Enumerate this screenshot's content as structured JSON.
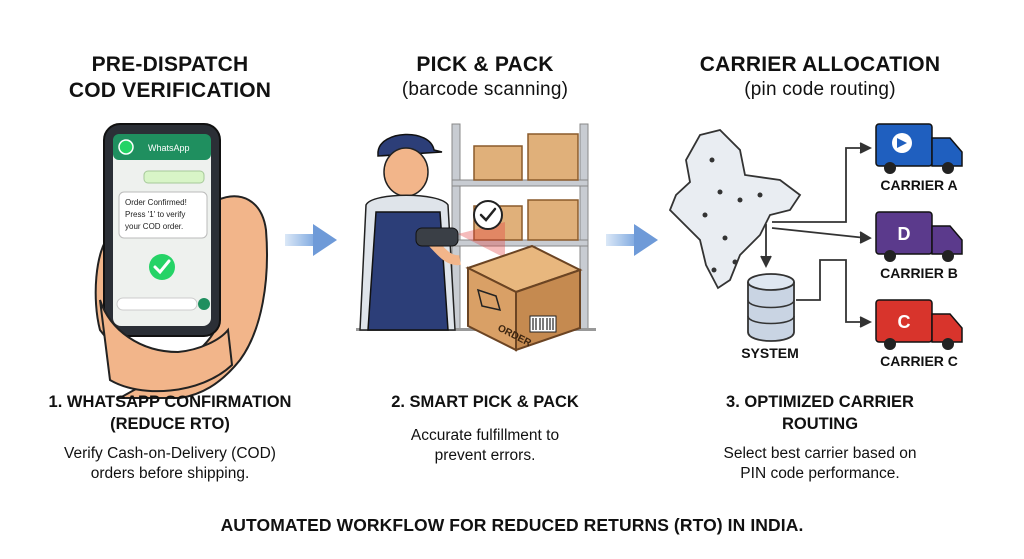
{
  "sections": [
    {
      "title": "PRE-DISPATCH COD VERIFICATION",
      "title_line1": "PRE-DISPATCH",
      "title_line2": "COD VERIFICATION",
      "step_line1": "1. WHATSAPP CONFIRMATION",
      "step_line2": "(REDUCE RTO)",
      "desc_line1": "Verify Cash-on-Delivery (COD)",
      "desc_line2": "orders before shipping.",
      "phone": {
        "app_name": "WhatsApp",
        "msg_line1": "Order Confirmed!",
        "msg_line2": "Press '1' to verify",
        "msg_line3": "your COD order."
      }
    },
    {
      "title": "PICK & PACK",
      "subtitle": "(barcode scanning)",
      "step": "2. SMART PICK & PACK",
      "desc_line1": "Accurate fulfillment to",
      "desc_line2": "prevent errors.",
      "box_label": "ORDER"
    },
    {
      "title": "CARRIER ALLOCATION",
      "subtitle": "(pin code routing)",
      "step_line1": "3. OPTIMIZED CARRIER",
      "step_line2": "ROUTING",
      "desc_line1": "Select best carrier based on",
      "desc_line2": "PIN code performance.",
      "system_label": "SYSTEM",
      "carriers": [
        {
          "name": "CARRIER A",
          "logo": "arrow-logo-icon",
          "color": "#1f5fbf"
        },
        {
          "name": "CARRIER B",
          "logo": "D",
          "color": "#5b3a8c"
        },
        {
          "name": "CARRIER C",
          "logo": "C",
          "color": "#d8342c"
        }
      ]
    }
  ],
  "footer": "AUTOMATED WORKFLOW FOR REDUCED RETURNS (RTO) IN INDIA.",
  "colors": {
    "whatsapp_green": "#25d366",
    "arrow_blue": "#8fb6e6",
    "box_brown": "#d9a066"
  }
}
